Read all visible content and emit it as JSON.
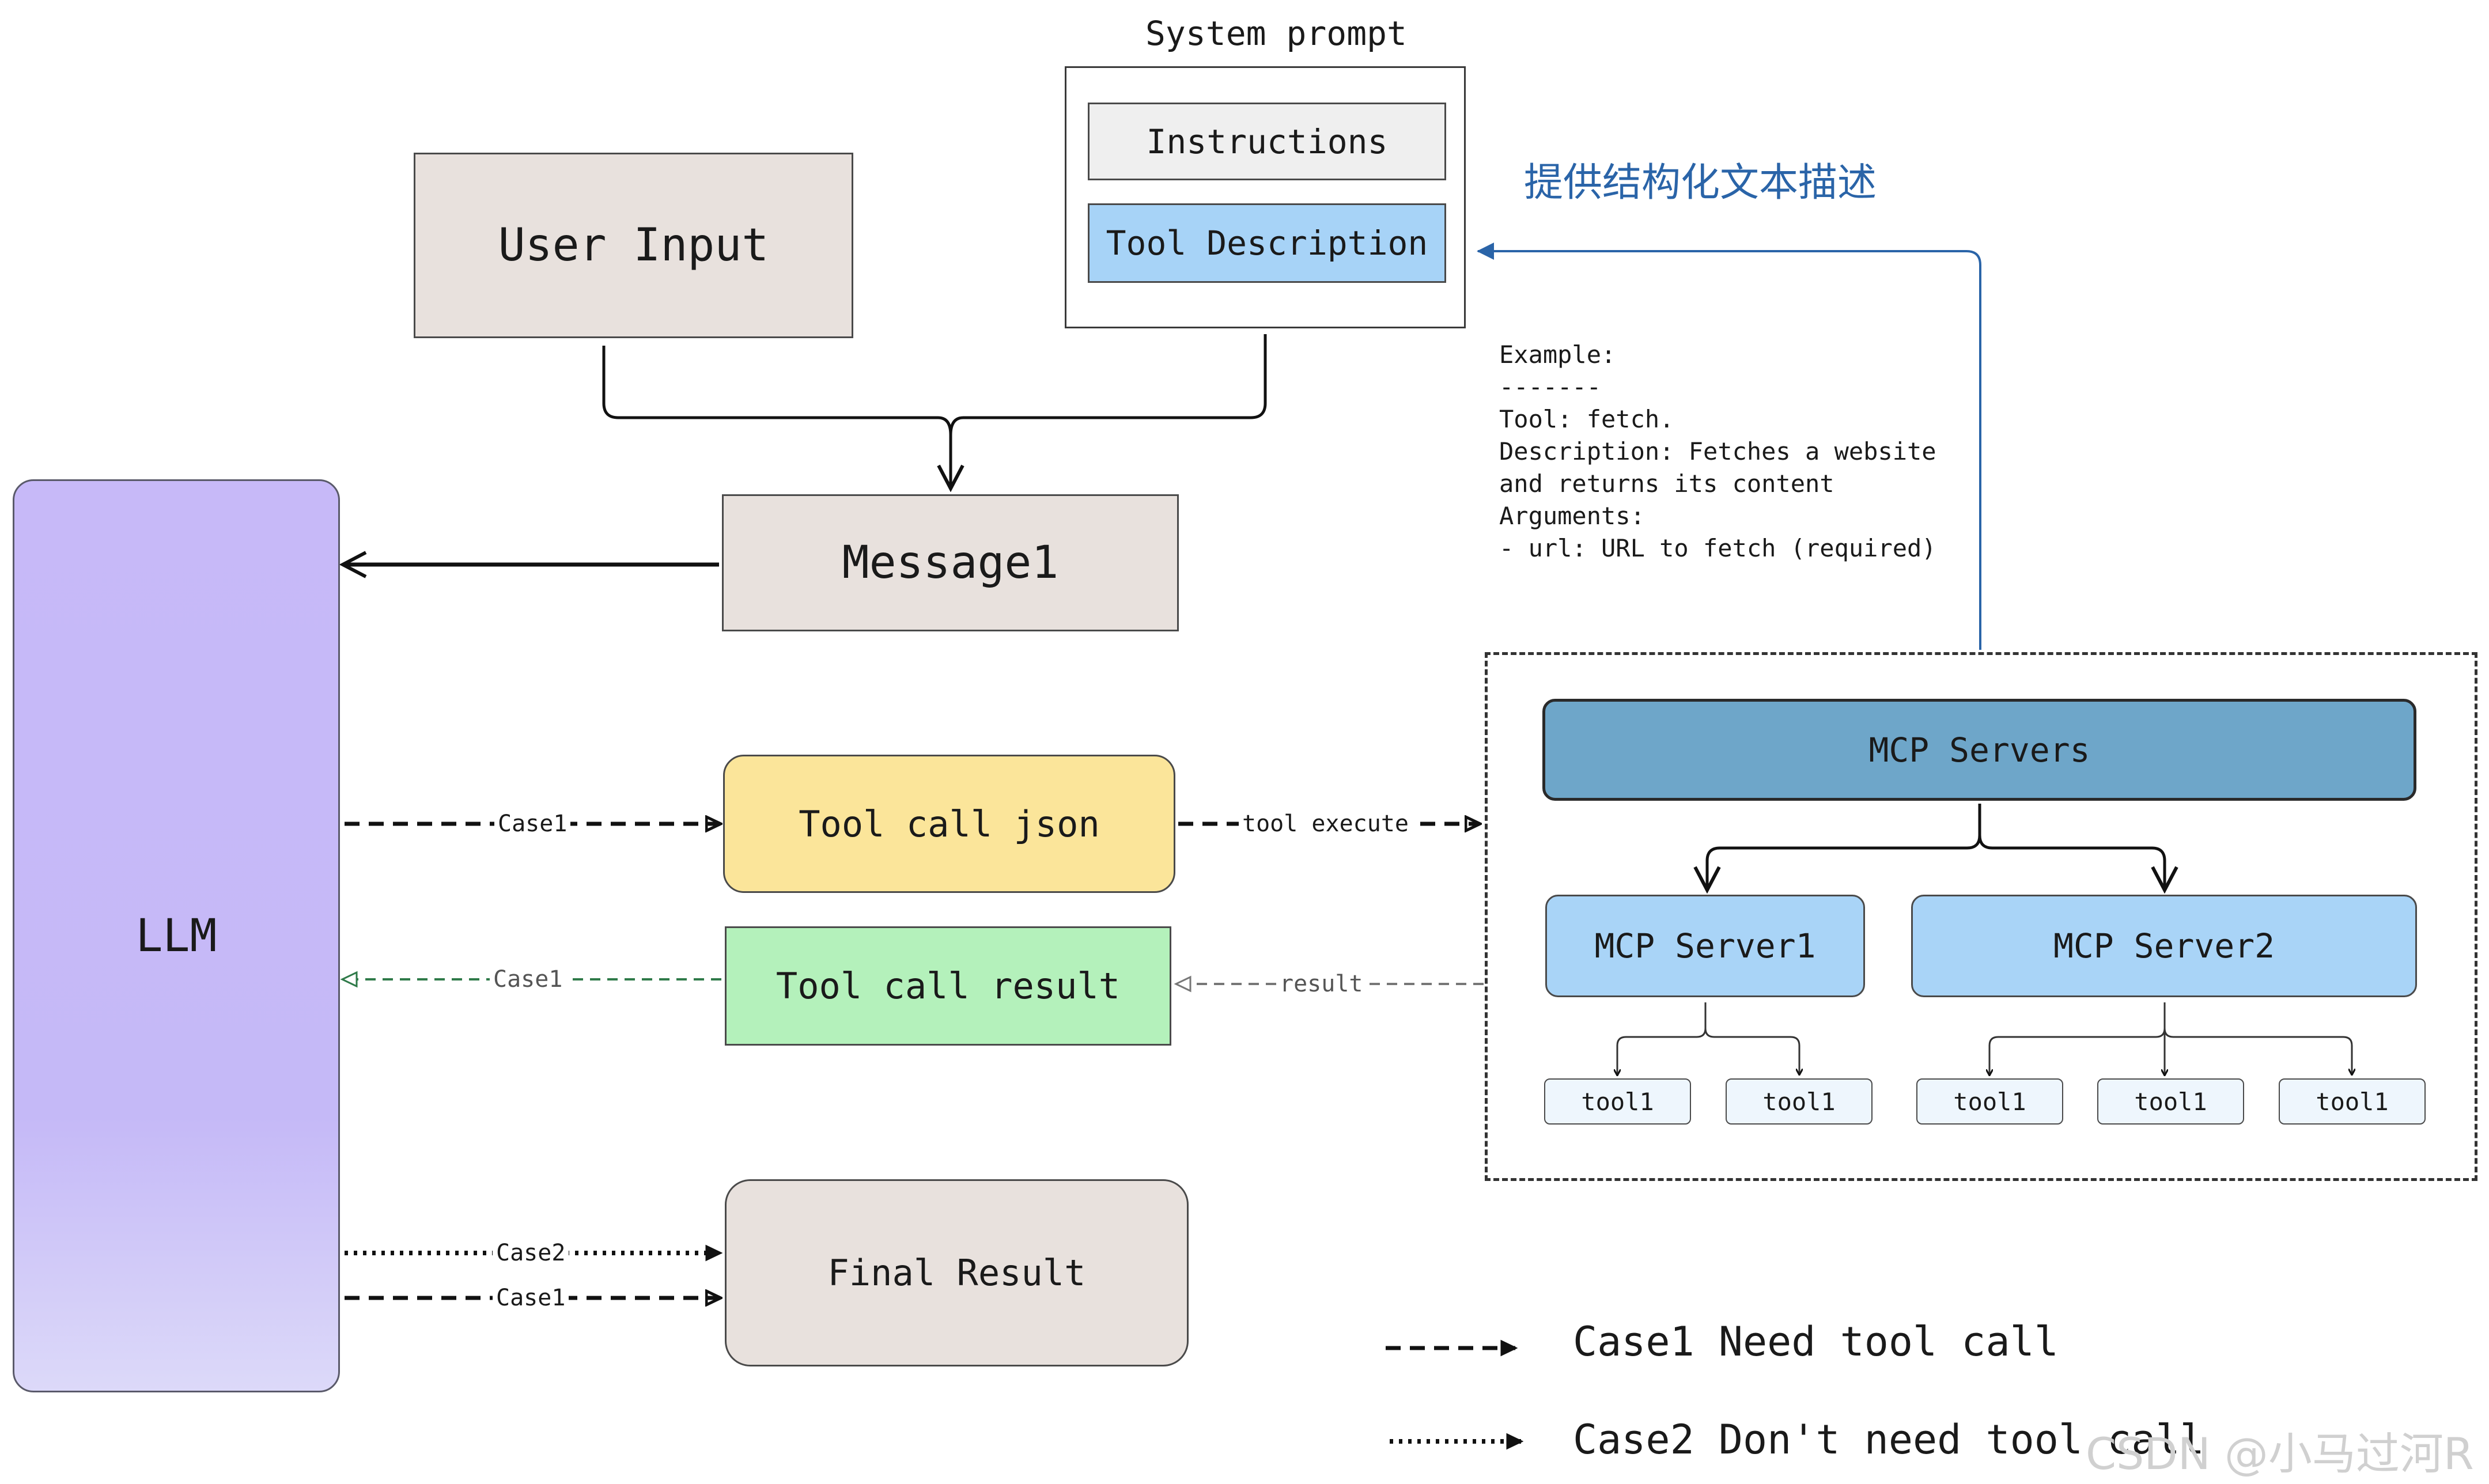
{
  "system_prompt": {
    "title": "System prompt",
    "instructions": "Instructions",
    "tool_description": "Tool Description"
  },
  "nodes": {
    "user_input": "User Input",
    "message1": "Message1",
    "llm": "LLM",
    "tool_call_json": "Tool call json",
    "tool_call_result": "Tool call result",
    "final_result": "Final Result"
  },
  "mcp": {
    "servers": "MCP Servers",
    "server1": "MCP Server1",
    "server2": "MCP Server2",
    "tools": [
      "tool1",
      "tool1",
      "tool1",
      "tool1",
      "tool1"
    ]
  },
  "annotation": {
    "cn_label": "提供结构化文本描述",
    "example": "Example:\n-------\nTool: fetch.\nDescription: Fetches a website\nand returns its content\nArguments:\n- url: URL to fetch (required)"
  },
  "edge_labels": {
    "case1_json": "Case1",
    "tool_execute": "tool execute",
    "case1_result": "Case1",
    "result": "result",
    "case2_final": "Case2",
    "case1_final": "Case1"
  },
  "legend": {
    "case1": "Case1 Need tool call",
    "case2": "Case2 Don't need tool call"
  },
  "watermark": "CSDN @小马过河R",
  "colors": {
    "llm": "#c7b9f8",
    "tool_call_json": "#fbe59a",
    "tool_call_result": "#b4f1bb",
    "tool_description": "#a7d3f7",
    "mcp_servers": "#6ea6c9",
    "mcp_server": "#a9d4f7",
    "neutral_box": "#e8e1dd",
    "cn_label": "#2a64a8"
  }
}
